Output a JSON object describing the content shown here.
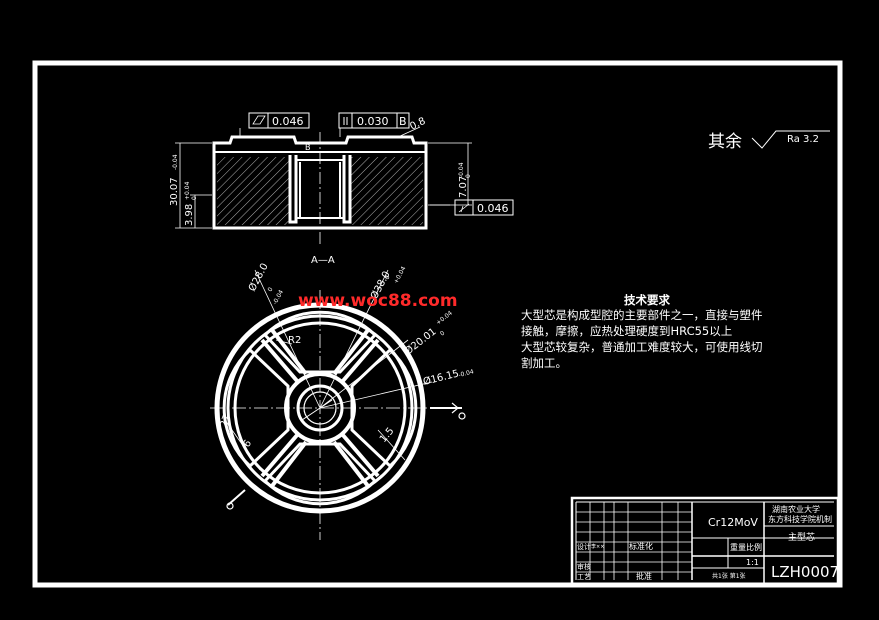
{
  "tolerances": {
    "flatness": "0.046",
    "parallelism": "0.030",
    "parallelism_datum": "B",
    "perpendicularity": "0.046",
    "chamfer": "0.8",
    "datum_b": "B"
  },
  "dimensions": {
    "height_total": "30.07",
    "height_total_tol": "-0.04",
    "height_step": "3.98",
    "height_step_tol": "+0.04",
    "height_step_tol2": "0",
    "right_height": "7.07",
    "right_height_tol": "-0.04",
    "right_height_tol2": "0",
    "dia_28": "Ø28.0",
    "dia_28_tol": "0",
    "dia_28_tol2": "-0.04",
    "dia_38": "Ø38.0",
    "dia_38_tol": "+0.04",
    "dia_38_tol2": "0",
    "dia_20": "Ø20.01",
    "dia_20_tol": "+0.04",
    "dia_20_tol2": "0",
    "dia_16": "Ø16.15",
    "dia_16_tol": "-0.04",
    "radius_r2": "R2",
    "dim_27": "27",
    "dim_6": "6",
    "dim_15": "1.5",
    "section_label": "A—A"
  },
  "roughness": {
    "label": "其余",
    "value": "Ra 3.2"
  },
  "watermark": "www.woc88.com",
  "technical_requirements": {
    "title": "技术要求",
    "lines": [
      "大型芯是构成型腔的主要部件之一，直接与塑件",
      "接触，摩擦，应热处理硬度到HRC55以上",
      "大型芯较复杂，普通加工难度较大，可使用线切",
      "割加工。"
    ]
  },
  "title_block": {
    "material": "Cr12MoV",
    "school_line1": "湖南农业大学",
    "school_line2": "东方科技学院机制",
    "part_name": "主型芯",
    "drawing_no": "LZH0007",
    "scale_label": "重量比例",
    "scale": "1:1",
    "design": "设计",
    "design_name": "李××",
    "standardize": "标准化",
    "review": "审核",
    "process": "工艺",
    "approve": "批准",
    "sheet_info": "共1张 第1张"
  }
}
